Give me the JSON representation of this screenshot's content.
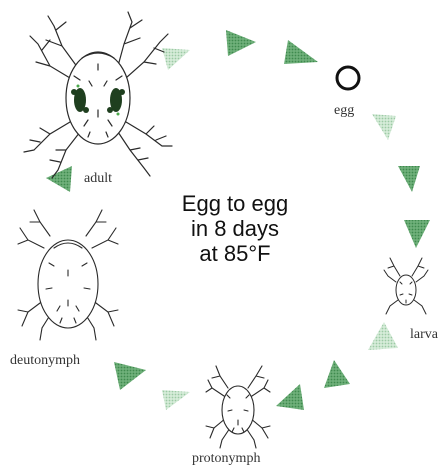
{
  "stages": {
    "egg": "egg",
    "larva": "larva",
    "protonymph": "protonymph",
    "deutonymph": "deutonymph",
    "adult": "adult"
  },
  "caption": {
    "line1": "Egg to egg",
    "line2": "in 8 days",
    "line3": "at 85°F"
  },
  "colors": {
    "arrow_dark": "#4f9a5c",
    "arrow_light": "#b9dcc0",
    "ink": "#2a2a2a",
    "spots": "#1f3f1f"
  },
  "icons": {
    "adult": "spider-mite-adult-icon",
    "egg": "egg-circle-icon",
    "larva": "spider-mite-larva-icon",
    "protonymph": "spider-mite-protonymph-icon",
    "deutonymph": "spider-mite-deutonymph-icon",
    "arrow": "cycle-arrow-icon"
  }
}
